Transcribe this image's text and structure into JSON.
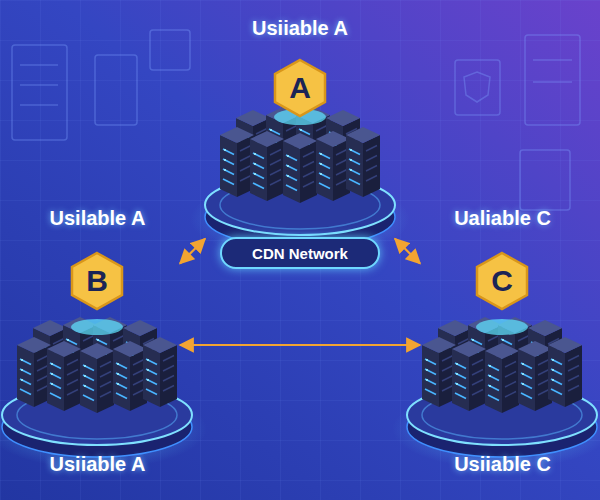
{
  "diagram": {
    "nodes": [
      {
        "text": [
          "Usiiable A"
        ]
      },
      {
        "text": [
          "A"
        ],
        "in": 0
      },
      {
        "text": [
          "CDN Network"
        ],
        "in": 0
      },
      {
        "text": [
          "Usilable A",
          "Usiiable A"
        ]
      },
      {
        "text": [
          "B"
        ],
        "in": 3
      },
      {
        "text": [
          "Ualiable C",
          "Usiiable C"
        ]
      },
      {
        "text": [
          "C"
        ],
        "in": 5
      }
    ],
    "edges": [
      {
        "from": 3,
        "to": 0,
        "arrow": "both"
      },
      {
        "from": 0,
        "to": 5,
        "arrow": "both"
      },
      {
        "from": 3,
        "to": 5,
        "arrow": "both"
      }
    ]
  }
}
